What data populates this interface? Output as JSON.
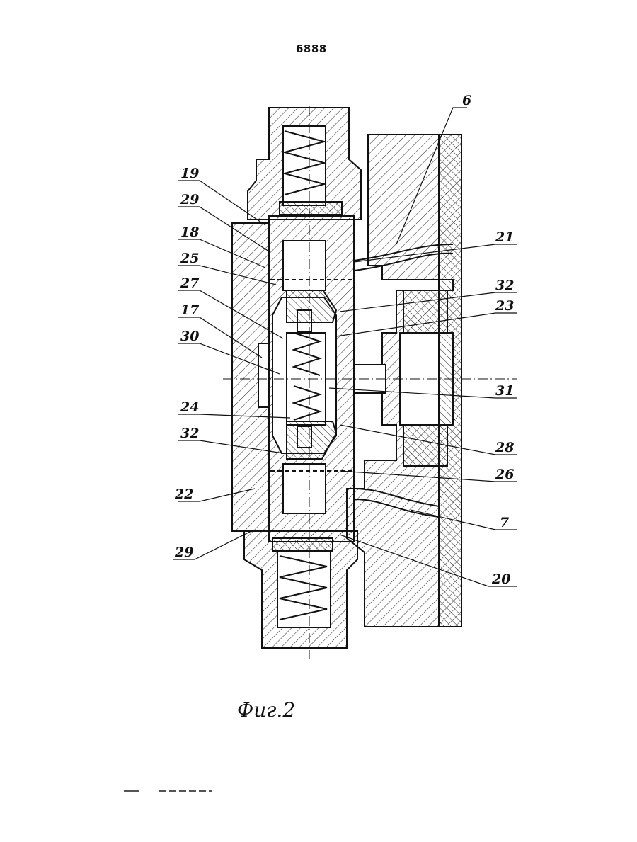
{
  "page_number": "6888",
  "caption": "Фиг.2",
  "labels": {
    "l6": "6",
    "l19": "19",
    "l29a": "29",
    "l18": "18",
    "l25": "25",
    "l27": "27",
    "l17": "17",
    "l30": "30",
    "l24": "24",
    "l32a": "32",
    "l22": "22",
    "l29b": "29",
    "l21": "21",
    "l32b": "32",
    "l23": "23",
    "l31": "31",
    "l28": "28",
    "l26": "26",
    "l7": "7",
    "l20": "20"
  }
}
